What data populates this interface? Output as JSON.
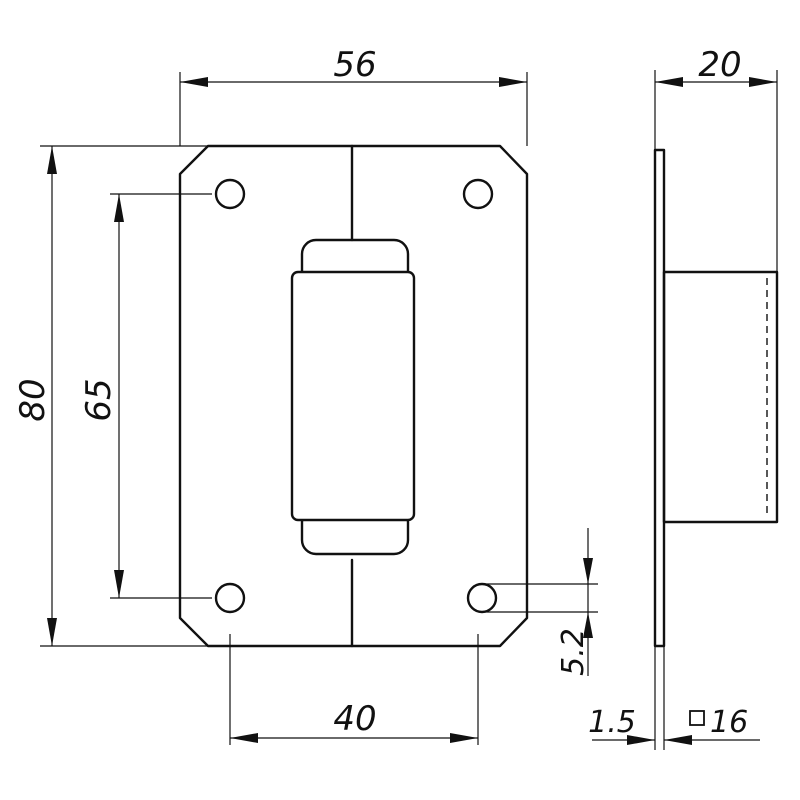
{
  "dimensions": {
    "width": "56",
    "height": "80",
    "hole_spacing_vertical": "65",
    "hole_spacing_horizontal": "40",
    "hole_diameter": "5.2",
    "depth": "20",
    "plate_thickness": "1.5",
    "square_section": "16"
  },
  "symbols": {
    "square": "□"
  }
}
